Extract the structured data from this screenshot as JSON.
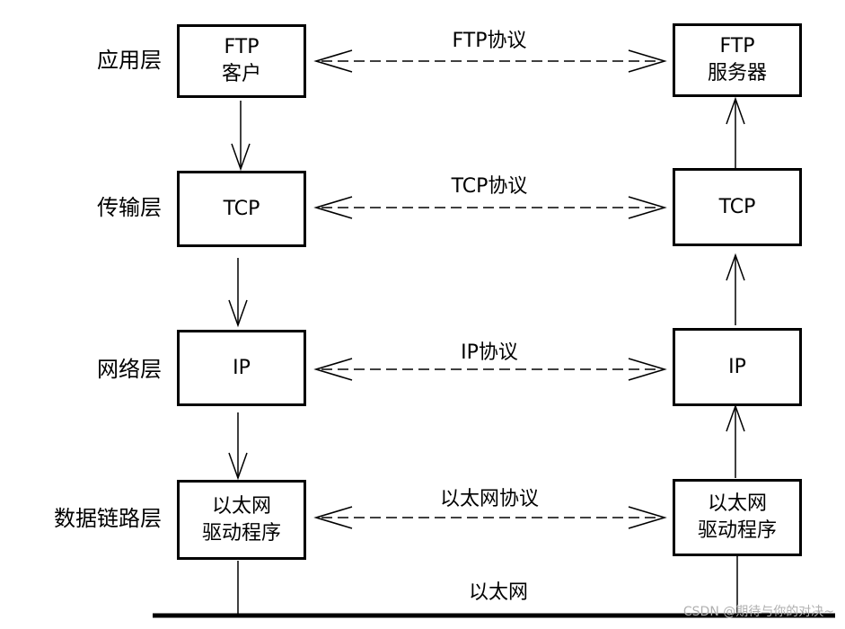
{
  "layers": [
    {
      "label": "应用层",
      "left": [
        "FTP",
        "客户"
      ],
      "right": [
        "FTP",
        "服务器"
      ],
      "protocol": "FTP协议"
    },
    {
      "label": "传输层",
      "left": [
        "TCP"
      ],
      "right": [
        "TCP"
      ],
      "protocol": "TCP协议"
    },
    {
      "label": "网络层",
      "left": [
        "IP"
      ],
      "right": [
        "IP"
      ],
      "protocol": "IP协议"
    },
    {
      "label": "数据链路层",
      "left": [
        "以太网",
        "驱动程序"
      ],
      "right": [
        "以太网",
        "驱动程序"
      ],
      "protocol": "以太网协议"
    }
  ],
  "bus_label": "以太网",
  "watermark": "CSDN @期待与你的对决~",
  "colors": {
    "line": "#000000",
    "watermark": "#b0b0b0"
  }
}
